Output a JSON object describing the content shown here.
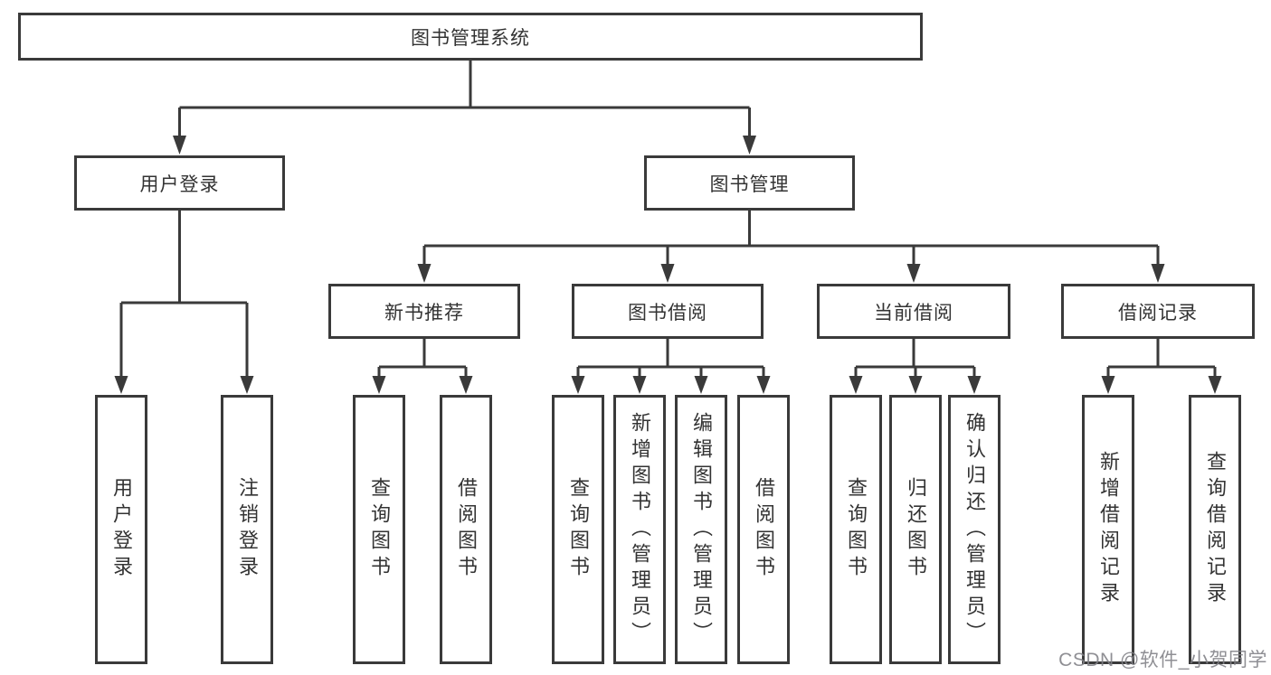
{
  "diagram": {
    "tree": {
      "label": "图书管理系统",
      "children": [
        {
          "label": "用户登录",
          "children": [
            {
              "label": "用户登录"
            },
            {
              "label": "注销登录"
            }
          ]
        },
        {
          "label": "图书管理",
          "children": [
            {
              "label": "新书推荐",
              "children": [
                {
                  "label": "查询图书"
                },
                {
                  "label": "借阅图书"
                }
              ]
            },
            {
              "label": "图书借阅",
              "children": [
                {
                  "label": "查询图书"
                },
                {
                  "label": "新增图书（管理员）"
                },
                {
                  "label": "编辑图书（管理员）"
                },
                {
                  "label": "借阅图书"
                }
              ]
            },
            {
              "label": "当前借阅",
              "children": [
                {
                  "label": "查询图书"
                },
                {
                  "label": "归还图书"
                },
                {
                  "label": "确认归还（管理员）"
                }
              ]
            },
            {
              "label": "借阅记录",
              "children": [
                {
                  "label": "新增借阅记录"
                },
                {
                  "label": "查询借阅记录"
                }
              ]
            }
          ]
        }
      ]
    },
    "colors": {
      "line": "#3a3a3a",
      "box_border": "#3a3a3a",
      "text": "#333333",
      "background": "#ffffff",
      "watermark": "#808085"
    }
  },
  "watermark": {
    "text": "CSDN @软件_小贺同学"
  }
}
